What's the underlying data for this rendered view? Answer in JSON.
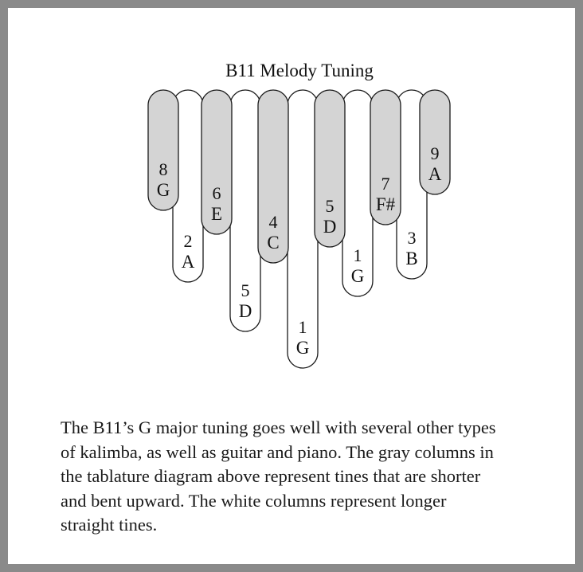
{
  "title": "B11 Melody Tuning",
  "tines": [
    {
      "number": "8",
      "note": "G",
      "type": "short"
    },
    {
      "number": "2",
      "note": "A",
      "type": "long"
    },
    {
      "number": "6",
      "note": "E",
      "type": "short"
    },
    {
      "number": "5",
      "note": "D",
      "type": "long"
    },
    {
      "number": "4",
      "note": "C",
      "type": "short"
    },
    {
      "number": "1",
      "note": "G",
      "type": "long"
    },
    {
      "number": "5",
      "note": "D",
      "type": "short"
    },
    {
      "number": "1",
      "note": "G",
      "type": "long"
    },
    {
      "number": "7",
      "note": "F#",
      "type": "short"
    },
    {
      "number": "3",
      "note": "B",
      "type": "long"
    },
    {
      "number": "9",
      "note": "A",
      "type": "short"
    }
  ],
  "colors": {
    "short_tine": "#d4d4d4",
    "long_tine": "#ffffff",
    "outline": "#1a1a1a",
    "frame": "#8a8a8a"
  },
  "caption": [
    "The B11’s G major tuning goes well with several other types",
    "of kalimba, as well as guitar and piano.  The gray columns in",
    "the tablature diagram above represent tines that are shorter",
    "and bent upward.  The white columns represent longer",
    "straight tines."
  ]
}
